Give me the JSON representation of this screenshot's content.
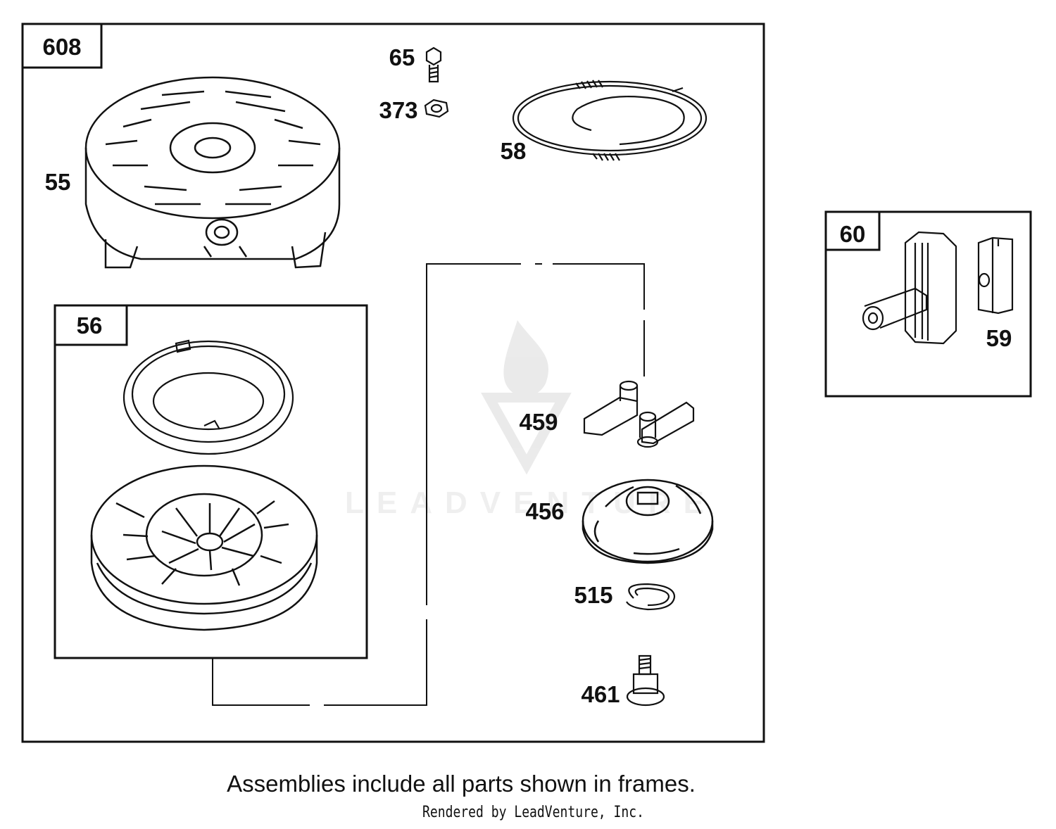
{
  "frames": {
    "main": "608",
    "spring_pulley": "56",
    "handle": "60"
  },
  "parts": {
    "p55": "55",
    "p65": "65",
    "p373": "373",
    "p58": "58",
    "p459": "459",
    "p456": "456",
    "p515": "515",
    "p461": "461",
    "p59": "59"
  },
  "watermark": "LEADVENTURE",
  "footer": {
    "note": "Assemblies include all parts shown in frames.",
    "credit": "Rendered by LeadVenture, Inc."
  },
  "icons": [
    "flame-logo-icon"
  ]
}
